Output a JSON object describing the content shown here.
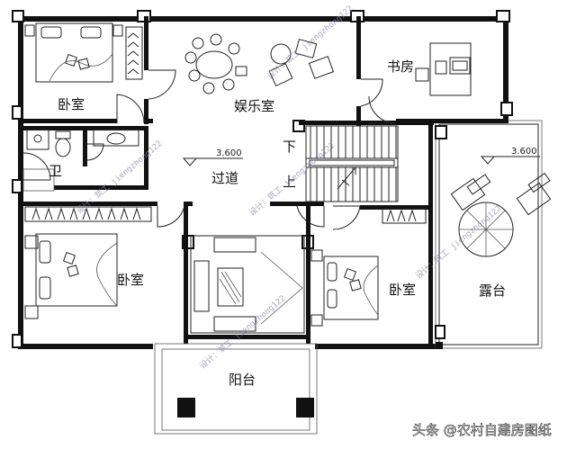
{
  "rooms": {
    "bedroom_nw": "卧室",
    "entertainment": "娱乐室",
    "study": "书房",
    "bathroom": "卫",
    "corridor": "过道",
    "stairs_down": "下",
    "stairs_up": "上",
    "bedroom_sw": "卧室",
    "bedroom_se": "卧室",
    "terrace": "露台",
    "balcony": "阳台"
  },
  "elevations": {
    "corridor": "3.600",
    "terrace": "3.600"
  },
  "watermark": "设计：筑工 jiengzhong122",
  "credit": "头条 @农村自建房图纸"
}
